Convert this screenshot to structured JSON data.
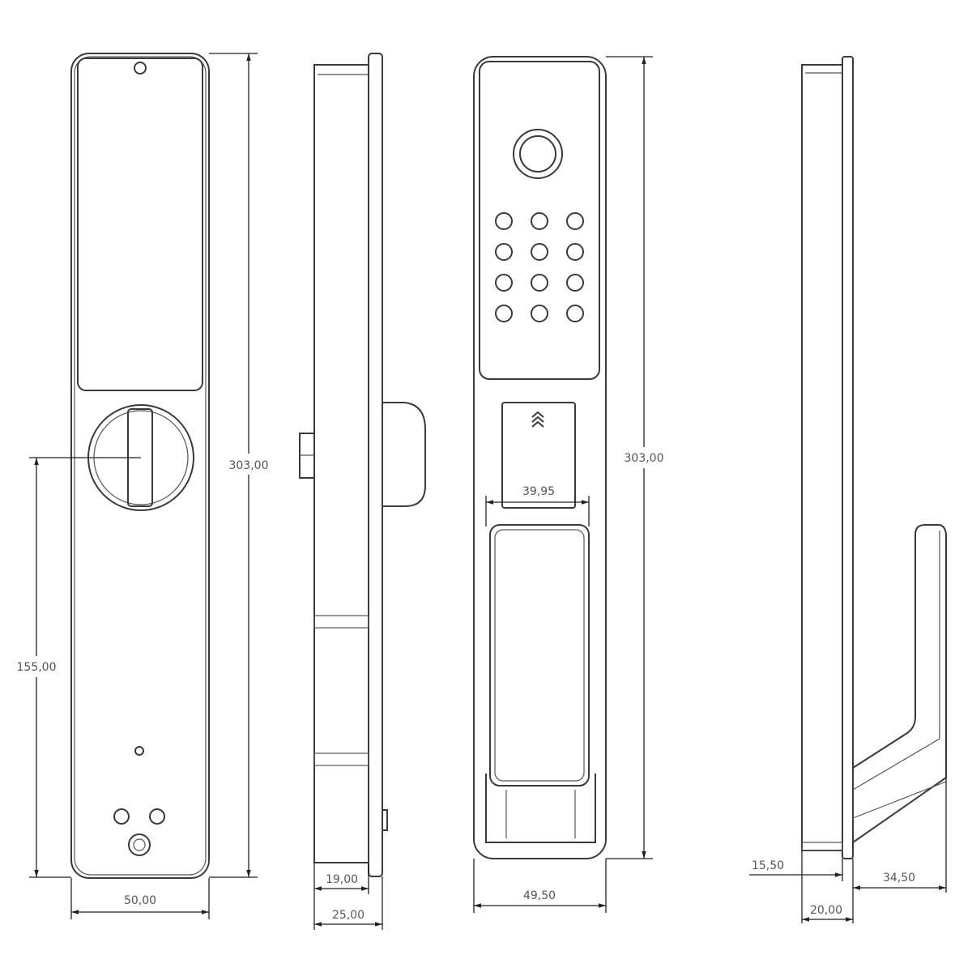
{
  "dimensions": {
    "front_height": "303,00",
    "handle_height": "155,00",
    "front_width": "50,00",
    "side_depth_inner": "19,00",
    "side_depth_outer": "25,00",
    "card_width": "39,95",
    "keypad_height": "303,00",
    "keypad_width": "49,50",
    "hook_side_inner": "15,50",
    "hook_side_outer": "20,00",
    "hook_projection": "34,50"
  },
  "colors": {
    "line": "#3a3a3a",
    "text": "#555555"
  }
}
